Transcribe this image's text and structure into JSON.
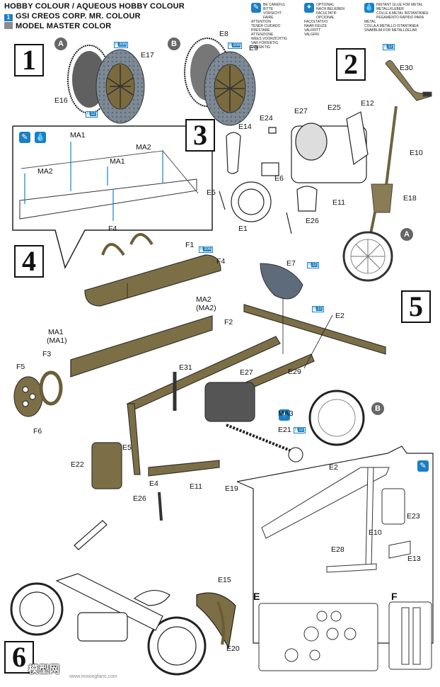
{
  "legend": {
    "header": "HOBBY COLOUR / AQUEOUS HOBBY COLOUR",
    "gsi": "GSI CREOS CORP. MR. COLOUR",
    "mm": "MODEL MASTER COLOR",
    "colors": {
      "gsi_badge": "#1b7fc4",
      "mm_swatch": "#8c8c8c"
    }
  },
  "cautions": [
    {
      "icon": "caution-icon",
      "text": "BE CAREFUL\nBITTE VORSICHT\nFAIRE ATTENTION\nTENER CUIDADO\nPRESTARE ATTENZIONE\nWEES VOORZICHTIG\nVAR FÖRSIKTIG\nFORSIKTIG"
    },
    {
      "icon": "optional-icon",
      "text": "OPTIONAL\nNACH BELIEBEN\nFACULTATIF\nOPCIONAL\nFACOLTATIVO\nNAAR KEUZE\nVALFRITT\nVALGFRI"
    },
    {
      "icon": "glue-icon",
      "text": "INSTANT GLUE FOR METAL\nMETALLKLEBER\nCOLLE A METAL INSTANTANEE\nPEGAMENTO RAPIDO PARA METAL\nCOLLA A METALLO ISTANTANEA\nSNABBLIM FOR METALLDELAR"
    }
  ],
  "steps": [
    "1",
    "2",
    "3",
    "4",
    "5",
    "6"
  ],
  "parts": {
    "s1": [
      "E16",
      "E17",
      "E8",
      "E9"
    ],
    "s2": [
      "E30",
      "E10",
      "E18"
    ],
    "s3": [
      "E24",
      "E27",
      "E25",
      "E12",
      "E14",
      "E6",
      "E5",
      "E11",
      "E26",
      "E1"
    ],
    "inset": [
      "MA1",
      "MA2",
      "MA1",
      "MA2",
      "F4"
    ],
    "s4": [
      "F1",
      "F4",
      "MA2",
      "(MA2)",
      "F2",
      "MA1",
      "(MA1)",
      "F3",
      "F5",
      "F6"
    ],
    "s5": [
      "E7",
      "E2",
      "E31",
      "E27",
      "E29",
      "MA3",
      "E21",
      "E5",
      "E22",
      "E4",
      "E11",
      "E26",
      "E19"
    ],
    "detail": [
      "E2",
      "E23",
      "E10",
      "E28",
      "E13"
    ],
    "s6": [
      "E15",
      "E20"
    ]
  },
  "assembly_refs": [
    "A",
    "B",
    "A",
    "B"
  ],
  "paint_codes": [
    {
      "h": "H",
      "n": "306",
      "note": "H306"
    },
    {
      "h": "H",
      "n": "12",
      "note": "H12 33"
    },
    {
      "h": "H",
      "n": "306",
      "note": "H306"
    },
    {
      "h": "H",
      "n": "12",
      "note": "H12 33"
    },
    {
      "h": "H",
      "n": "12",
      "note": "H12 33"
    },
    {
      "h": "H",
      "n": "306",
      "note": "H306"
    },
    {
      "h": "H",
      "n": "12",
      "note": "H12 33"
    },
    {
      "h": "H",
      "n": "306",
      "note": "H306"
    },
    {
      "h": "H",
      "n": "12",
      "note": "H12 28"
    }
  ],
  "sprues": [
    "E",
    "F"
  ],
  "watermark": {
    "site": "模型网",
    "url": "www.moxingfans.com"
  }
}
